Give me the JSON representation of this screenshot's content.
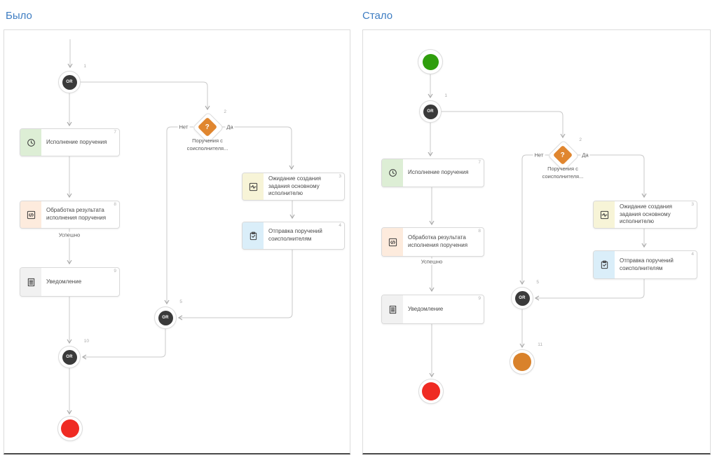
{
  "titles": {
    "before": "Было",
    "after": "Стало"
  },
  "colors": {
    "title_accent": "#3e7dc2",
    "or_node": "#3a3a3a",
    "gateway": "#e0862f",
    "start_event": "#2f9e0d",
    "end_event": "#ef2b23",
    "suspend_event": "#d9822b",
    "wire": "#c9c9c9",
    "strip_green": "#ddeed5",
    "strip_peach": "#fdebdd",
    "strip_gray": "#f1f1f1",
    "strip_yellow": "#f7f4d7",
    "strip_blue": "#daeef9"
  },
  "before": {
    "or1": {
      "label": "OR",
      "num": "1"
    },
    "gateway": {
      "label": "?",
      "num": "2",
      "branch_no": "Нет",
      "branch_yes": "Да",
      "caption_line1": "Поручения с",
      "caption_line2": "соисполнителя..."
    },
    "task_execution": {
      "label": "Исполнение поручения",
      "num": "7",
      "icon": "clock-icon"
    },
    "task_processing": {
      "label": "Обработка результата исполнения поручения",
      "num": "8",
      "icon": "code-icon"
    },
    "edge_success": "Успешно",
    "task_notification": {
      "label": "Уведомление",
      "num": "9",
      "icon": "document-icon"
    },
    "task_waiting": {
      "label": "Ожидание создания задания основному исполнителю",
      "num": "3",
      "icon": "pulse-icon"
    },
    "task_sending": {
      "label": "Отправка поручений соисполнителям",
      "num": "4",
      "icon": "clipboard-check-icon"
    },
    "or5": {
      "label": "OR",
      "num": "5"
    },
    "or10": {
      "label": "OR",
      "num": "10"
    }
  },
  "after": {
    "or1": {
      "label": "OR",
      "num": "1"
    },
    "gateway": {
      "label": "?",
      "num": "2",
      "branch_no": "Нет",
      "branch_yes": "Да",
      "caption_line1": "Поручения с",
      "caption_line2": "соисполнителя..."
    },
    "task_execution": {
      "label": "Исполнение поручения",
      "num": "7",
      "icon": "clock-icon"
    },
    "task_processing": {
      "label": "Обработка результата исполнения поручения",
      "num": "8",
      "icon": "code-icon"
    },
    "edge_success": "Успешно",
    "task_notification": {
      "label": "Уведомление",
      "num": "9",
      "icon": "document-icon"
    },
    "task_waiting": {
      "label": "Ожидание создания задания основному исполнителю",
      "num": "3",
      "icon": "pulse-icon"
    },
    "task_sending": {
      "label": "Отправка поручений соисполнителям",
      "num": "4",
      "icon": "clipboard-check-icon"
    },
    "or5": {
      "label": "OR",
      "num": "5"
    },
    "end_suspend": {
      "num": "11"
    }
  }
}
